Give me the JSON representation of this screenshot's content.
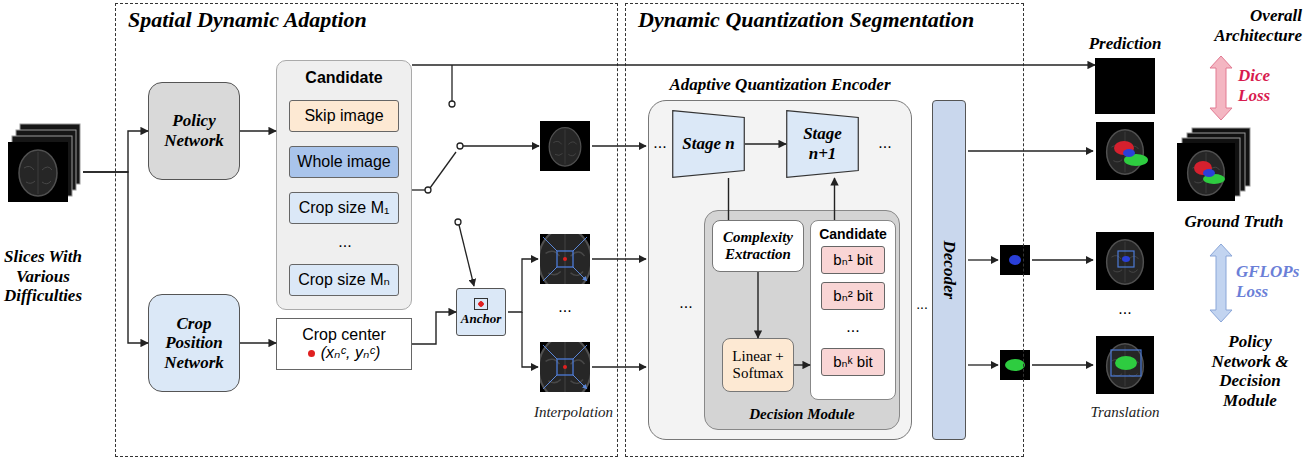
{
  "diagram": {
    "nodes": [
      {
        "text": [
          "Slices With Various Difficulties"
        ]
      },
      {
        "text": [
          "Spatial Dynamic Adaption"
        ]
      },
      {
        "text": [
          "Policy Network"
        ],
        "in": 1
      },
      {
        "text": [
          "Candidate"
        ],
        "in": 1
      },
      {
        "text": [
          "Skip image"
        ],
        "in": 3
      },
      {
        "text": [
          "Whole image"
        ],
        "in": 3
      },
      {
        "text": [
          "Crop size M₁"
        ],
        "in": 3
      },
      {
        "text": [
          "Crop size Mₙ"
        ],
        "in": 3
      },
      {
        "text": [
          "Crop Position Network"
        ],
        "in": 1
      },
      {
        "text": [
          "Crop center",
          "(xₙᶜ, yₙᶜ)"
        ],
        "in": 1
      },
      {
        "text": [
          "Anchor"
        ],
        "in": 1
      },
      {
        "text": [
          "Dynamic Quantization Segmentation"
        ]
      },
      {
        "text": [
          "Adaptive Quantization Encoder"
        ],
        "in": 11
      },
      {
        "text": [
          "Stage n"
        ],
        "in": 12
      },
      {
        "text": [
          "Stage n+1"
        ],
        "in": 12
      },
      {
        "text": [
          "Decision Module"
        ],
        "in": 12
      },
      {
        "text": [
          "Complexity Extraction"
        ],
        "in": 15
      },
      {
        "text": [
          "Linear + Softmax"
        ],
        "in": 15
      },
      {
        "text": [
          "Candidate"
        ],
        "in": 15
      },
      {
        "text": [
          "bₙ¹ bit"
        ],
        "in": 18
      },
      {
        "text": [
          "bₙ² bit"
        ],
        "in": 18
      },
      {
        "text": [
          "bₙᵏ bit"
        ],
        "in": 18
      },
      {
        "text": [
          "Decoder"
        ],
        "in": 11
      },
      {
        "text": [
          "Prediction"
        ]
      }
    ],
    "edges": [
      {
        "from": 0,
        "to": 2,
        "arrow": "to"
      },
      {
        "from": 0,
        "to": 8,
        "arrow": "to"
      },
      {
        "from": 2,
        "to": 3,
        "arrow": "to"
      },
      {
        "from": 8,
        "to": 9,
        "arrow": "to"
      },
      {
        "from": 9,
        "to": 10,
        "arrow": "to"
      },
      {
        "from": 3,
        "to": 23,
        "arrow": "to"
      },
      {
        "from": 13,
        "to": 14,
        "arrow": "to"
      },
      {
        "from": 13,
        "to": 16,
        "arrow": "none"
      },
      {
        "from": 16,
        "to": 17,
        "arrow": "to"
      },
      {
        "from": 17,
        "to": 18,
        "arrow": "to"
      },
      {
        "from": 18,
        "to": 14,
        "arrow": "to"
      }
    ],
    "labels": [
      "...",
      "...",
      "...",
      "...",
      "...",
      "...",
      "...",
      "...",
      "Interpolation",
      "Translation",
      "Overall Architecture",
      "Dice Loss",
      "Ground Truth",
      "GFLOPs Loss",
      "Policy Network & Decision Module"
    ]
  }
}
